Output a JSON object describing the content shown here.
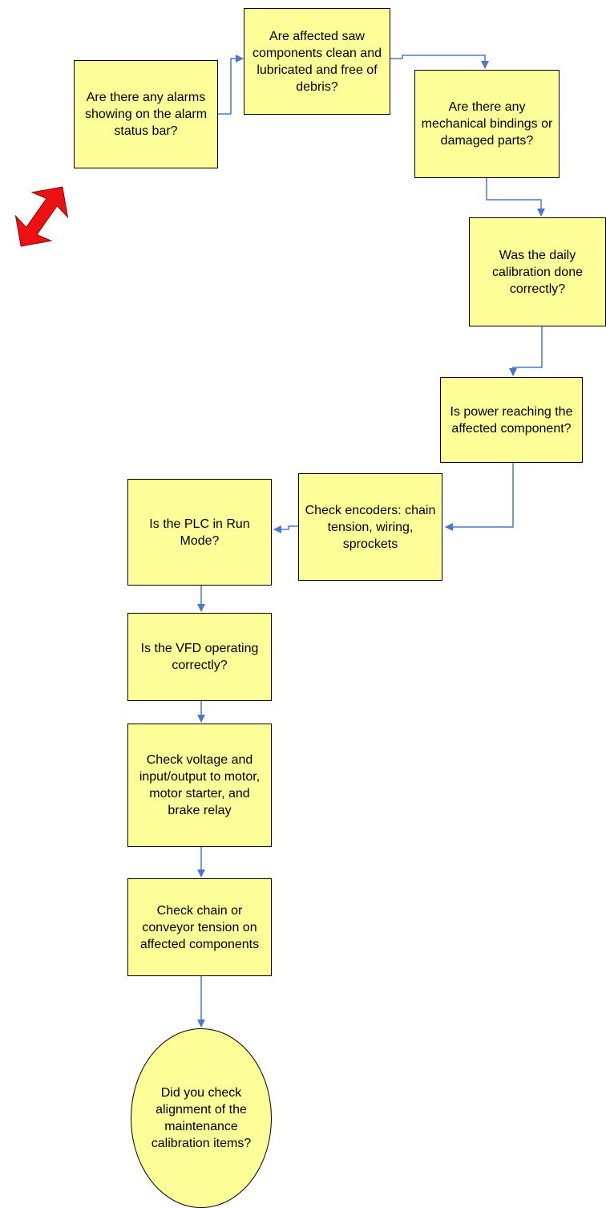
{
  "diagram": {
    "nodes": [
      {
        "id": "alarms",
        "text": "Are there any alarms showing on the alarm status bar?"
      },
      {
        "id": "clean",
        "text": "Are affected saw components clean and lubricated and free of debris?"
      },
      {
        "id": "mechanical",
        "text": "Are there any mechanical bindings or damaged parts?"
      },
      {
        "id": "calibration",
        "text": "Was the daily calibration done correctly?"
      },
      {
        "id": "power",
        "text": "Is power reaching the affected component?"
      },
      {
        "id": "encoders",
        "text": "Check encoders: chain tension, wiring, sprockets"
      },
      {
        "id": "plc",
        "text": "Is the PLC in Run Mode?"
      },
      {
        "id": "vfd",
        "text": "Is the VFD operating correctly?"
      },
      {
        "id": "voltage",
        "text": "Check voltage and input/output to motor, motor starter, and brake relay"
      },
      {
        "id": "tension",
        "text": "Check chain or conveyor tension on affected components"
      },
      {
        "id": "alignment",
        "text": "Did you check alignment of the maintenance calibration items?"
      }
    ],
    "colors": {
      "node_fill": "#ffff99",
      "node_border": "#000000",
      "connector": "#4a78c2",
      "arrow": "#ee1111"
    }
  }
}
